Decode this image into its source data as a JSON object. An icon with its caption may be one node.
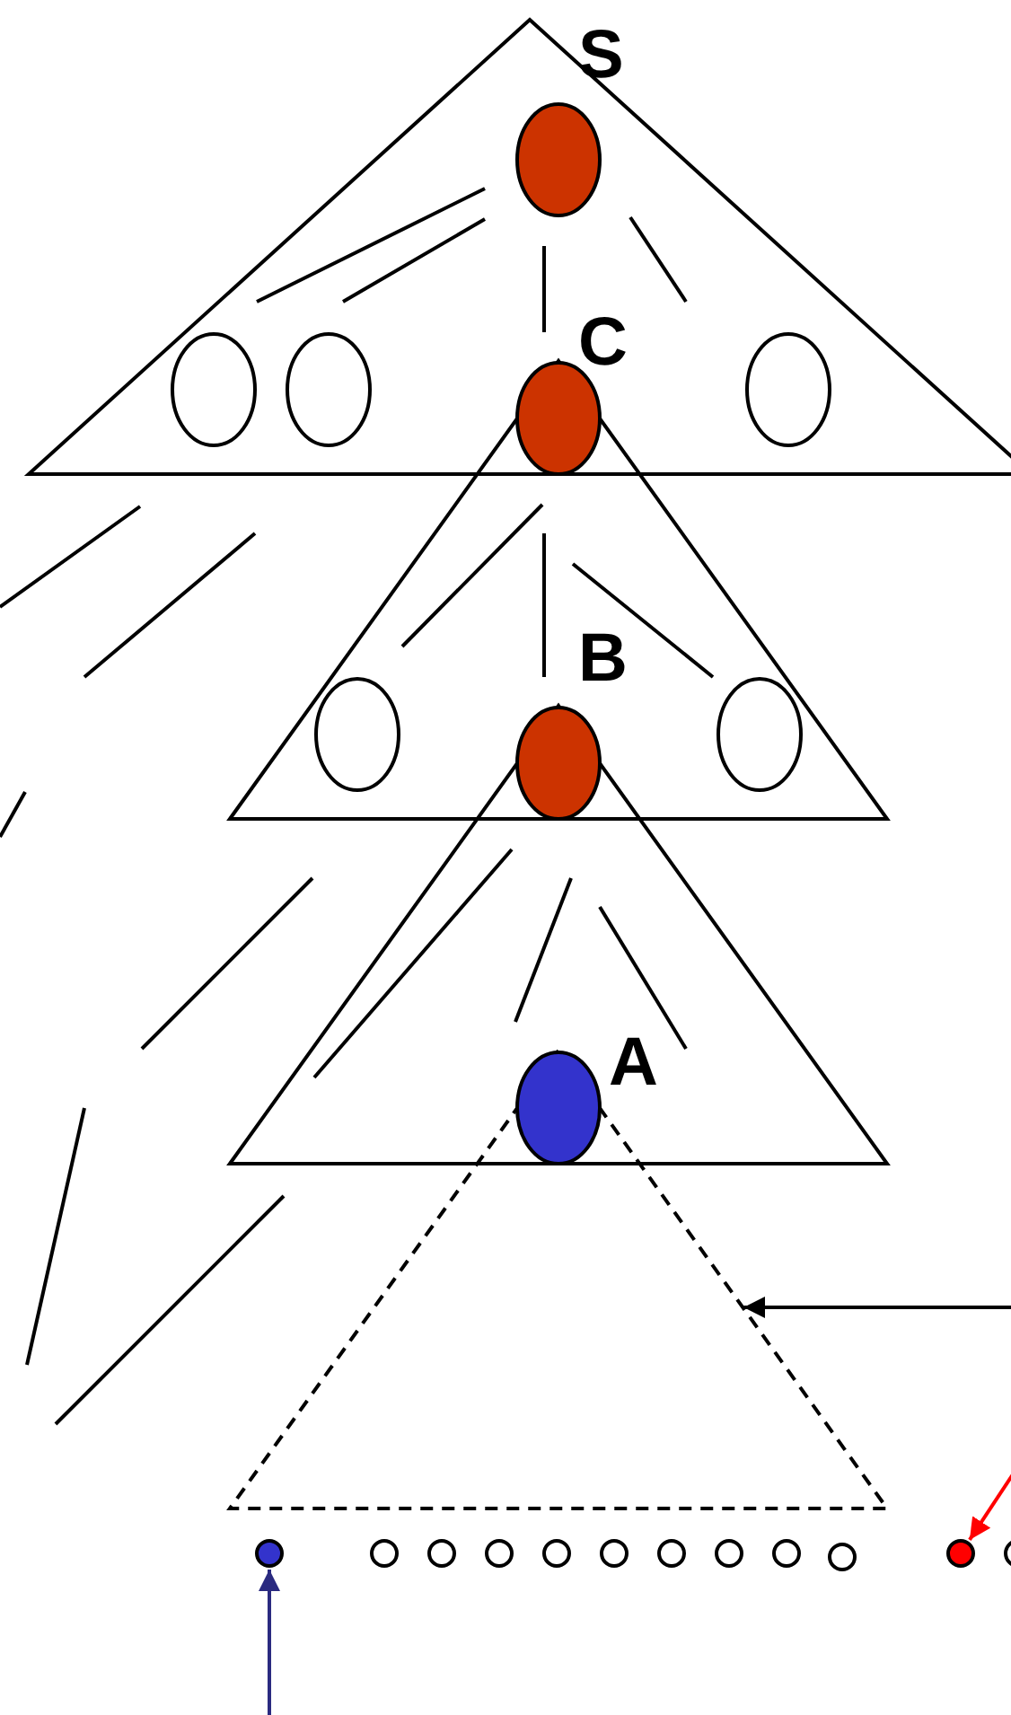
{
  "diagram": {
    "nodes": [
      {
        "text": [],
        "shape": "triangle"
      },
      {
        "text": [],
        "shape": "circle",
        "in": 0,
        "beside": [
          "S"
        ]
      },
      {
        "text": [],
        "shape": "circle",
        "in": 0
      },
      {
        "text": [],
        "shape": "circle",
        "in": 0
      },
      {
        "text": [],
        "shape": "circle",
        "beside": [
          "C"
        ]
      },
      {
        "text": [],
        "shape": "circle",
        "in": 0
      },
      {
        "text": [],
        "shape": "triangle"
      },
      {
        "text": [],
        "shape": "circle",
        "in": 6
      },
      {
        "text": [],
        "shape": "circle",
        "beside": [
          "B"
        ]
      },
      {
        "text": [],
        "shape": "circle",
        "in": 6
      },
      {
        "text": [],
        "shape": "triangle"
      },
      {
        "text": [],
        "shape": "circle",
        "beside": [
          "A"
        ]
      },
      {
        "text": [],
        "shape": "triangle"
      },
      {
        "text": [],
        "shape": "circle"
      },
      {
        "text": [],
        "shape": "circle"
      },
      {
        "text": [],
        "shape": "circle"
      },
      {
        "text": [],
        "shape": "circle"
      },
      {
        "text": [],
        "shape": "circle"
      },
      {
        "text": [],
        "shape": "circle"
      },
      {
        "text": [],
        "shape": "circle"
      },
      {
        "text": [],
        "shape": "circle"
      },
      {
        "text": [],
        "shape": "circle"
      },
      {
        "text": [],
        "shape": "circle"
      },
      {
        "text": [],
        "shape": "circle"
      },
      {
        "text": [],
        "shape": "circle"
      }
    ],
    "edges": [
      {
        "from": null,
        "to": 12,
        "arrow": "to"
      },
      {
        "from": null,
        "to": 23,
        "arrow": "to",
        "color": "#ff0000"
      },
      {
        "from": null,
        "to": 13,
        "arrow": "to",
        "color": "#2a2a80"
      }
    ]
  }
}
